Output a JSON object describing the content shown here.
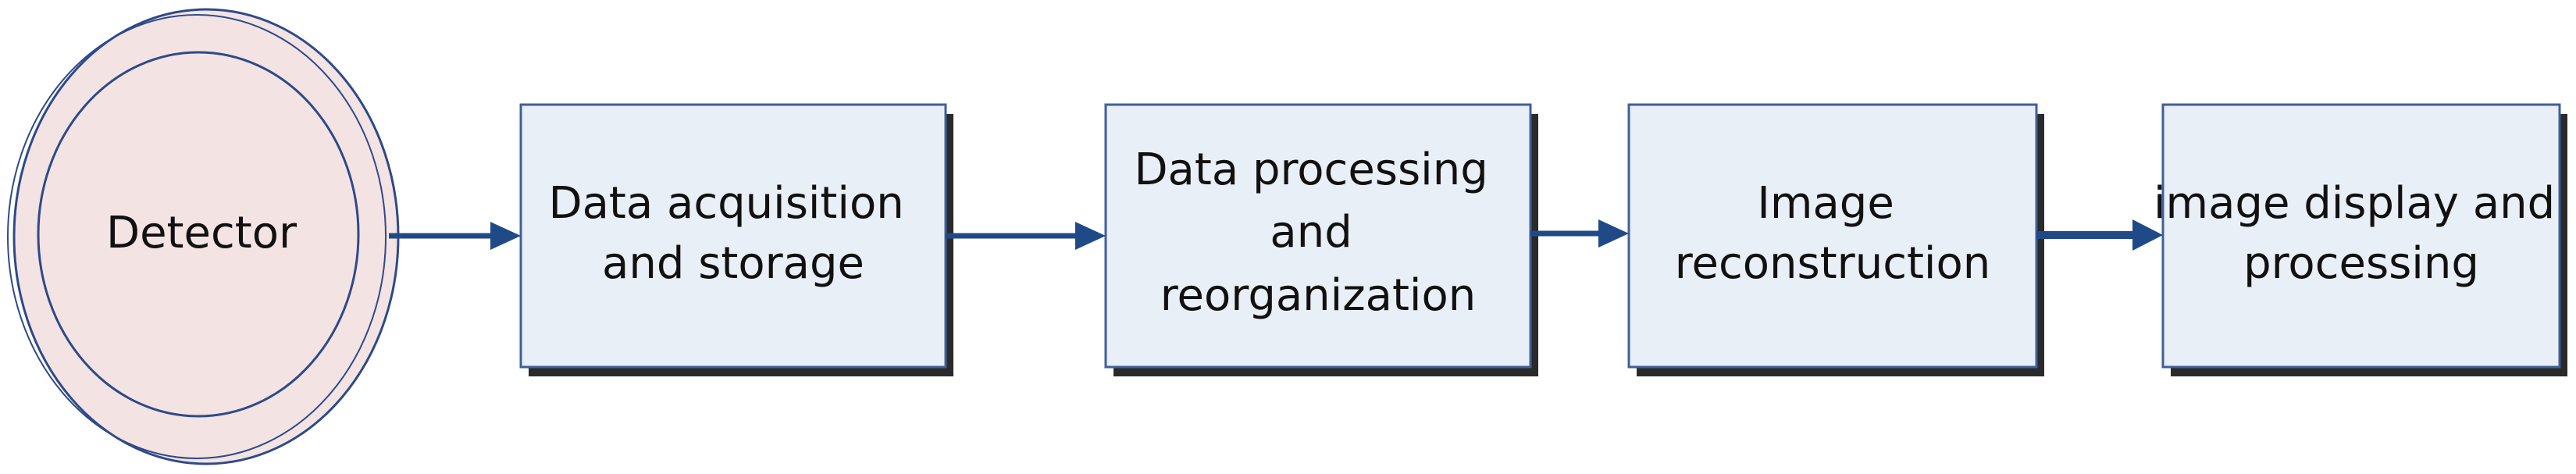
{
  "diagram": {
    "detector": {
      "label": "Detector"
    },
    "steps": [
      {
        "lines": [
          "Data acquisition",
          "and storage"
        ]
      },
      {
        "lines": [
          "Data processing",
          "and",
          "reorganization"
        ]
      },
      {
        "lines": [
          "Image",
          "reconstruction"
        ]
      },
      {
        "lines": [
          "image display and",
          "processing"
        ]
      }
    ],
    "colors": {
      "box_fill": "#e9eff7",
      "box_border": "#3f5f99",
      "shadow": "#2a2a2a",
      "detector_fill": "#f4e3e3",
      "detector_outline": "#2e4a88",
      "arrow": "#1f4a87",
      "text": "#111111"
    }
  }
}
